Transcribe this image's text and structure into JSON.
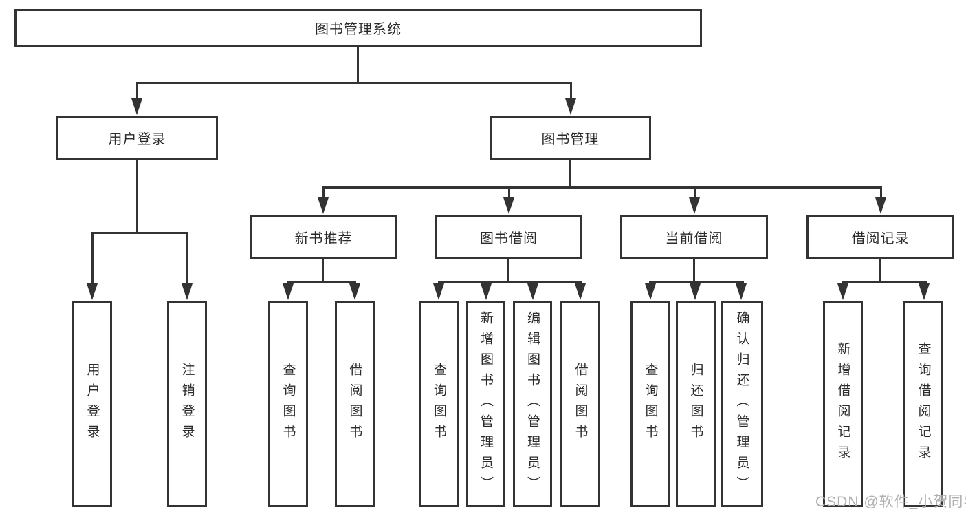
{
  "diagram": {
    "root": {
      "label": "图书管理系统"
    },
    "level2": [
      {
        "label": "用户登录"
      },
      {
        "label": "图书管理"
      }
    ],
    "level3": [
      {
        "label": "新书推荐",
        "parent": "图书管理"
      },
      {
        "label": "图书借阅",
        "parent": "图书管理"
      },
      {
        "label": "当前借阅",
        "parent": "图书管理"
      },
      {
        "label": "借阅记录",
        "parent": "图书管理"
      }
    ],
    "leaves": [
      {
        "label": "用户登录",
        "parent": "用户登录"
      },
      {
        "label": "注销登录",
        "parent": "用户登录"
      },
      {
        "label": "查询图书",
        "parent": "新书推荐"
      },
      {
        "label": "借阅图书",
        "parent": "新书推荐"
      },
      {
        "label": "查询图书",
        "parent": "图书借阅"
      },
      {
        "label": "新增图书（管理员）",
        "parent": "图书借阅"
      },
      {
        "label": "编辑图书（管理员）",
        "parent": "图书借阅"
      },
      {
        "label": "借阅图书",
        "parent": "图书借阅"
      },
      {
        "label": "查询图书",
        "parent": "当前借阅"
      },
      {
        "label": "归还图书",
        "parent": "当前借阅"
      },
      {
        "label": "确认归还（管理员）",
        "parent": "当前借阅"
      },
      {
        "label": "新增借阅记录",
        "parent": "借阅记录"
      },
      {
        "label": "查询借阅记录",
        "parent": "借阅记录"
      }
    ]
  },
  "watermark": {
    "text": "CSDN @软件_小贺同学"
  },
  "colors": {
    "line": "#333333",
    "text": "#2b2b2b",
    "background": "#ffffff",
    "watermark": "#b0b0b0"
  }
}
